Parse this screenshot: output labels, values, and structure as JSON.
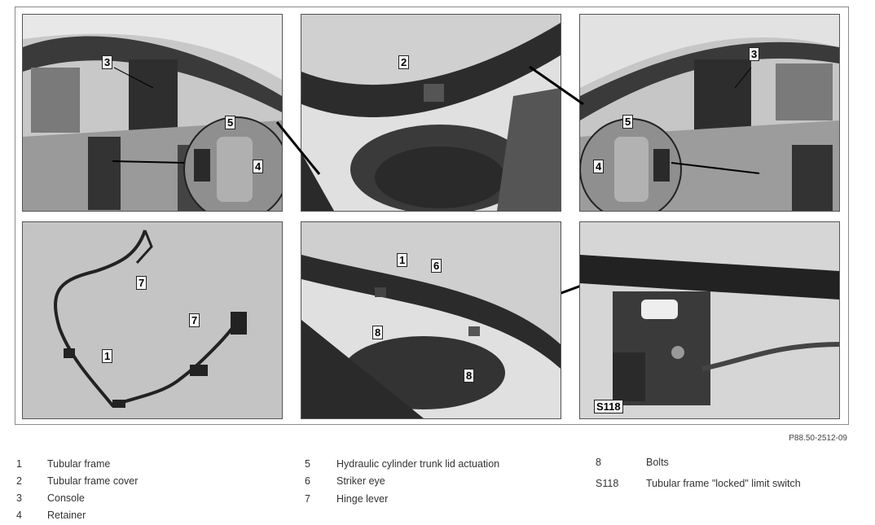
{
  "figure": {
    "reference": "P88.50-2512-09",
    "panels": [
      {
        "id": "top-left",
        "callouts": [
          "3",
          "5",
          "4"
        ]
      },
      {
        "id": "top-middle",
        "callouts": [
          "2"
        ]
      },
      {
        "id": "top-right",
        "callouts": [
          "3",
          "5",
          "4"
        ]
      },
      {
        "id": "bottom-left",
        "callouts": [
          "7",
          "7",
          "1"
        ]
      },
      {
        "id": "bottom-middle",
        "callouts": [
          "1",
          "6",
          "8",
          "8"
        ]
      },
      {
        "id": "bottom-right",
        "callouts": [
          "S118"
        ]
      }
    ]
  },
  "legend": [
    {
      "num": "1",
      "text": "Tubular frame"
    },
    {
      "num": "2",
      "text": "Tubular frame cover"
    },
    {
      "num": "3",
      "text": "Console"
    },
    {
      "num": "4",
      "text": "Retainer"
    },
    {
      "num": "5",
      "text": "Hydraulic cylinder trunk lid actuation"
    },
    {
      "num": "6",
      "text": "Striker eye"
    },
    {
      "num": "7",
      "text": "Hinge lever"
    },
    {
      "num": "8",
      "text": "Bolts"
    },
    {
      "num": "S118",
      "text": "Tubular frame \"locked\" limit switch"
    }
  ]
}
